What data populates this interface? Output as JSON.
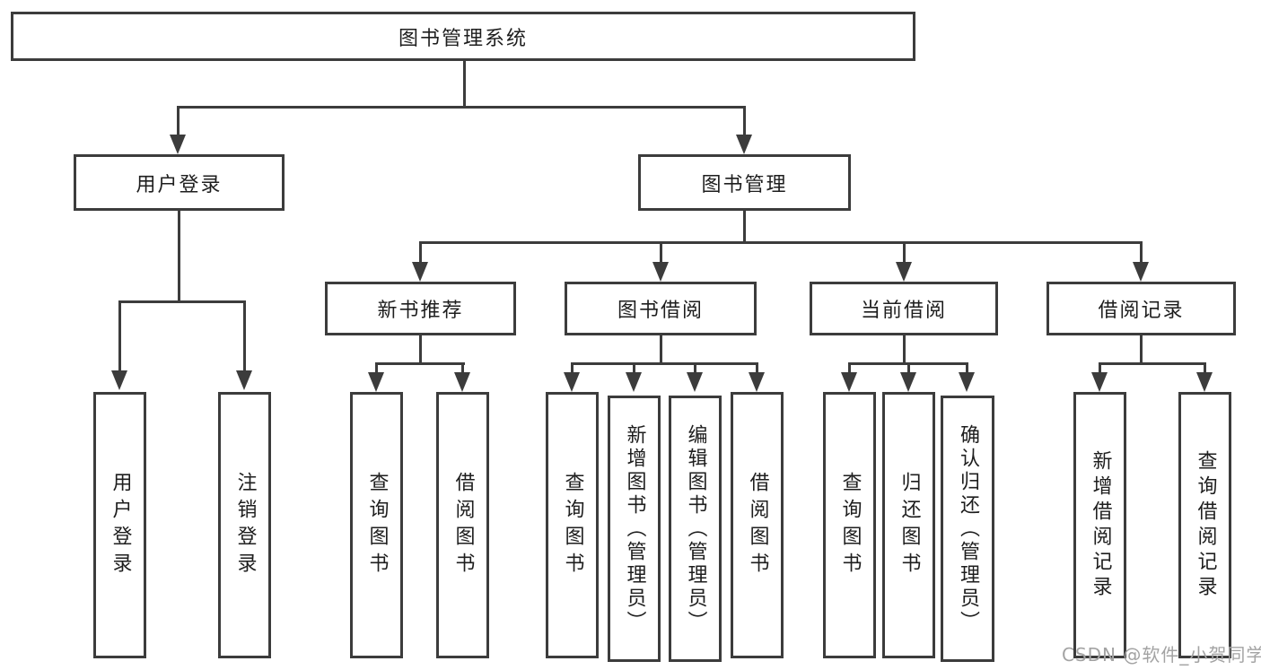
{
  "diagram": {
    "root": "图书管理系统",
    "level2": [
      {
        "label": "用户登录",
        "children": [
          "用户登录",
          "注销登录"
        ]
      },
      {
        "label": "图书管理",
        "children": [
          {
            "label": "新书推荐",
            "children": [
              "查询图书",
              "借阅图书"
            ]
          },
          {
            "label": "图书借阅",
            "children": [
              "查询图书",
              "新增图书（管理员）",
              "编辑图书（管理员）",
              "借阅图书"
            ]
          },
          {
            "label": "当前借阅",
            "children": [
              "查询图书",
              "归还图书",
              "确认归还（管理员）"
            ]
          },
          {
            "label": "借阅记录",
            "children": [
              "新增借阅记录",
              "查询借阅记录"
            ]
          }
        ]
      }
    ]
  },
  "watermark": {
    "text": "CSDN @软件_小贺同学",
    "color": "#a3a3a3"
  },
  "colors": {
    "line": "#3c3c3c",
    "text": "#1e1e1e",
    "background": "#ffffff"
  }
}
